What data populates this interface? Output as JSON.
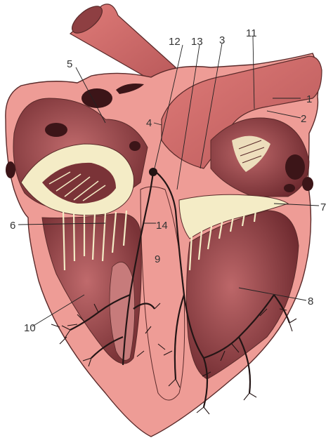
{
  "colors": {
    "wall": "#ee9c96",
    "wall_dark": "#c9726d",
    "chamber": "#b25f61",
    "chamber_deep": "#6e2c30",
    "vessel": "#d56e6c",
    "valve": "#f4ecc6",
    "conduction": "#231515",
    "outline": "#5a2a2a"
  },
  "labels": [
    "1",
    "2",
    "3",
    "4",
    "5",
    "6",
    "7",
    "8",
    "9",
    "10",
    "11",
    "12",
    "13",
    "14"
  ],
  "icons": [
    "heart-cross-section"
  ]
}
